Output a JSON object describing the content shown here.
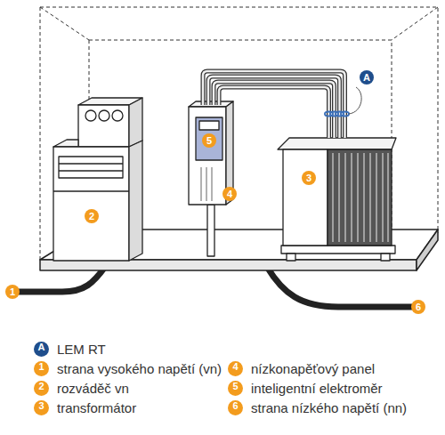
{
  "diagram": {
    "nodes": [
      {
        "text": [
          "2"
        ]
      },
      {
        "text": [
          "4"
        ]
      },
      {
        "text": [
          "5"
        ],
        "in": 1
      },
      {
        "text": [
          "3"
        ]
      }
    ],
    "edges": [
      {
        "from": 1,
        "to": 3,
        "arrow": "none"
      }
    ],
    "labels": [
      "A",
      "1",
      "6",
      "A",
      "1",
      "2",
      "3",
      "4",
      "5",
      "6"
    ],
    "legend": [
      {
        "text": "LEM RT",
        "color": "#1f4e8c"
      },
      {
        "text": "strana vysokého napětí (vn)",
        "color": "#f39c1e"
      },
      {
        "text": "rozváděč vn",
        "color": "#f39c1e"
      },
      {
        "text": "transformátor",
        "color": "#f39c1e"
      },
      {
        "text": "nízkonapěťový panel",
        "color": "#f39c1e"
      },
      {
        "text": "inteligentní elektroměr",
        "color": "#f39c1e"
      },
      {
        "text": "strana nízkého napětí (nn)",
        "color": "#f39c1e"
      }
    ]
  }
}
